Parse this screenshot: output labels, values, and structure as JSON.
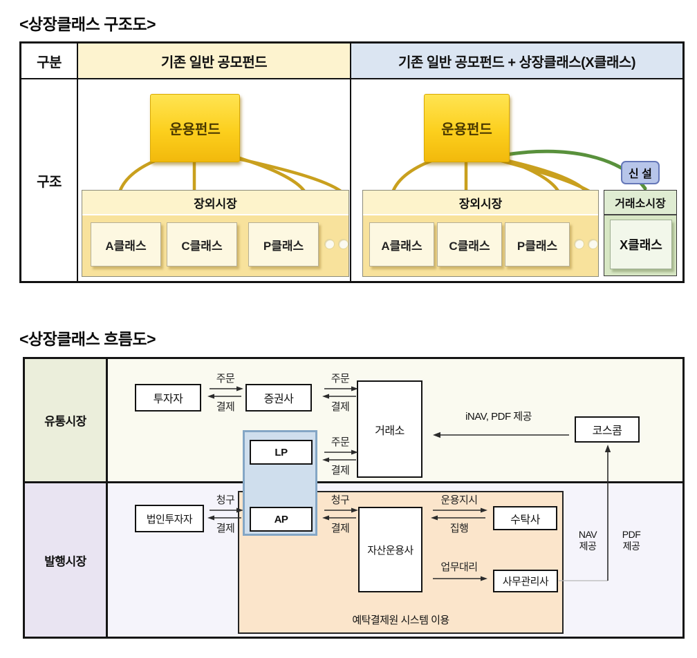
{
  "structure_diagram": {
    "title": "<상장클래스 구조도>",
    "header": {
      "category": "구분",
      "left": "기존 일반 공모펀드",
      "right": "기존 일반 공모펀드 + 상장클래스(X클래스)"
    },
    "row_label": "구조",
    "left_panel": {
      "fund": "운용펀드",
      "otc_market": "장외시장",
      "classes": [
        "A클래스",
        "C클래스",
        "P클래스"
      ]
    },
    "right_panel": {
      "fund": "운용펀드",
      "otc_market": "장외시장",
      "classes": [
        "A클래스",
        "C클래스",
        "P클래스"
      ],
      "exchange_market": "거래소시장",
      "x_class": "X클래스",
      "new_badge": "신 설"
    },
    "colors": {
      "header_left_bg": "#fdf3cf",
      "header_right_bg": "#dbe5f2",
      "fund_box_gold": "#fccf1d",
      "otc_panel_body": "#f8e29c",
      "otc_panel_head": "#fdf3cb",
      "exchange_panel_body": "#d7e7c4",
      "exchange_panel_head": "#dfecd2",
      "link_gold": "#c9a01e",
      "link_new_green": "#59913c",
      "new_badge_bg": "#b7c5e9"
    }
  },
  "flow_diagram": {
    "title": "<상장클래스 흐름도>",
    "row_labels": {
      "secondary_market": "유통시장",
      "primary_market": "발행시장"
    },
    "nodes": {
      "investor": "투자자",
      "broker": "증권사",
      "exchange": "거래소",
      "koscom": "코스콤",
      "lp": "LP",
      "ap": "AP",
      "corporate_investor": "법인투자자",
      "asset_manager": "자산운용사",
      "trustee": "수탁사",
      "fund_admin": "사무관리사"
    },
    "labels": {
      "order": "주문",
      "settlement": "결제",
      "subscription": "청구",
      "inav_pdf_provide": "iNAV, PDF 제공",
      "mgmt_instruction": "운용지시",
      "execution": "집행",
      "delegation": "업무대리",
      "nav_line1": "NAV",
      "nav_line2": "제공",
      "pdf_line1": "PDF",
      "pdf_line2": "제공",
      "ksd_note": "예탁결제원 시스템 이용"
    },
    "colors": {
      "secondary_label_bg": "#ebeedb",
      "primary_label_bg": "#e9e4f2",
      "secondary_row_bg": "#fafaf0",
      "primary_row_bg": "#f5f4fb",
      "ksd_container_bg": "#fbe5cb",
      "lp_ap_container_bg": "#cfdeed"
    }
  }
}
